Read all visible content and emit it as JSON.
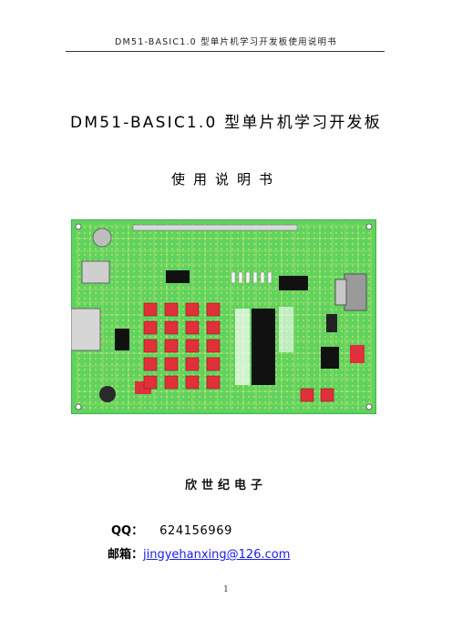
{
  "header": {
    "running_title": "DM51-BASIC1.0 型单片机学习开发板使用说明书"
  },
  "cover": {
    "title": "DM51-BASIC1.0 型单片机学习开发板",
    "subtitle": "使用说明书",
    "company": "欣世纪电子",
    "qq_label": "QQ：",
    "qq_value": "624156969",
    "email_label": "邮箱：",
    "email_value": "jingyehanxing@126.com"
  },
  "footer": {
    "page_number": "1"
  },
  "colors": {
    "pcb_green": "#5fd25f",
    "button_red": "#e0303a",
    "ic_black": "#111111",
    "link_blue": "#1a1aee"
  },
  "board_image": {
    "depicts": "pcb-board-render"
  }
}
